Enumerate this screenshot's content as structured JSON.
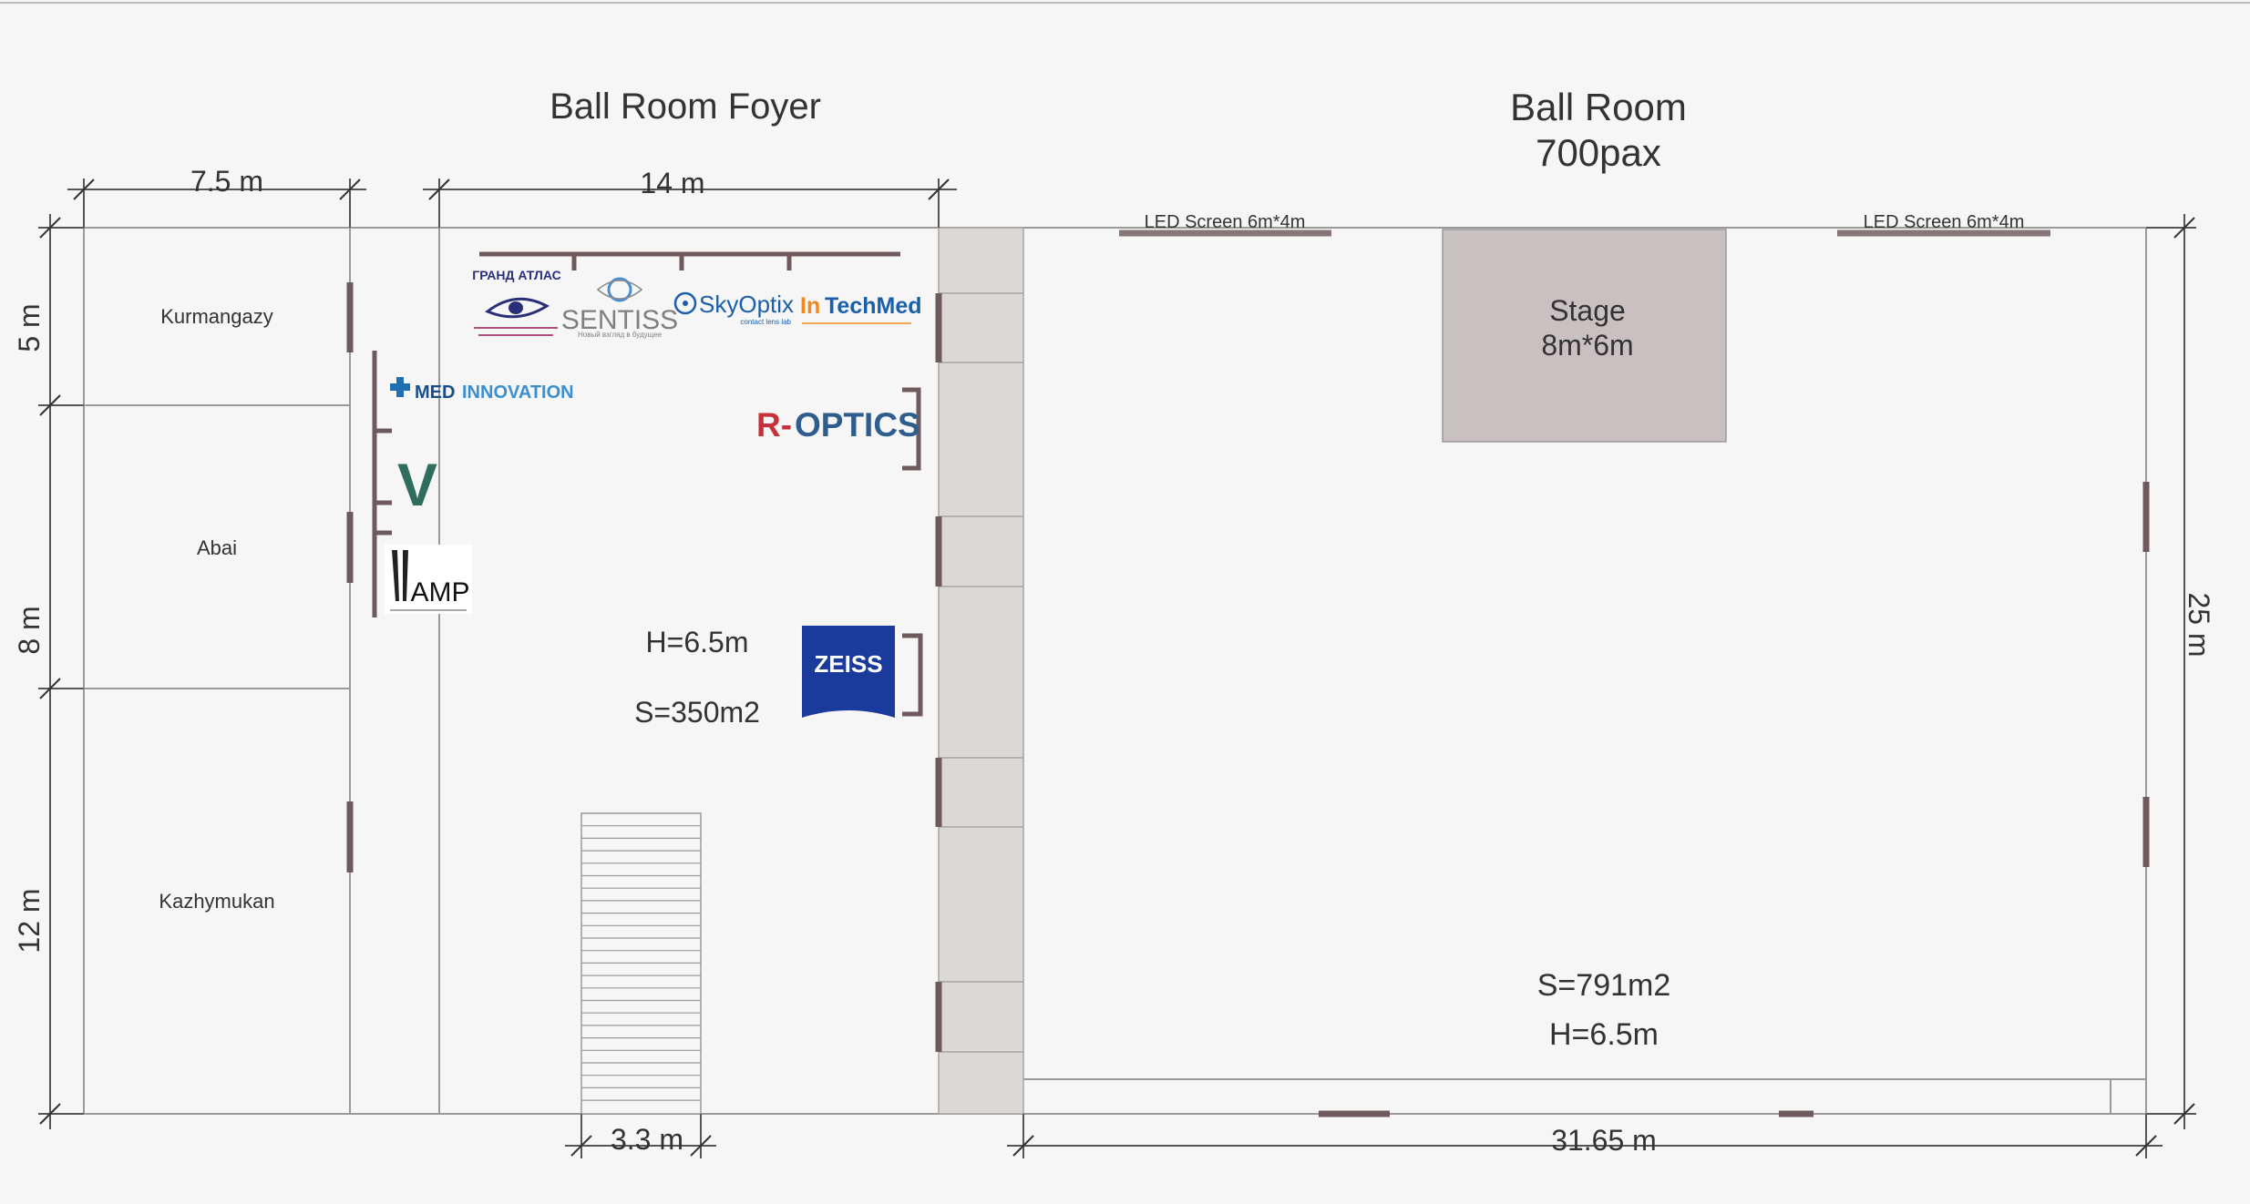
{
  "foyer": {
    "title": "Ball Room Foyer",
    "height": "H=6.5m",
    "area": "S=350m2"
  },
  "ballroom": {
    "title": "Ball Room",
    "capacity": "700pax",
    "area": "S=791m2",
    "height": "H=6.5m",
    "led_left": "LED Screen 6m*4m",
    "led_right": "LED Screen 6m*4m",
    "stage_name": "Stage",
    "stage_size": "8m*6m"
  },
  "rooms": {
    "kurmangazy": "Kurmangazy",
    "abai": "Abai",
    "kazhymukan": "Kazhymukan"
  },
  "dimensions": {
    "w_rooms": "7.5 m",
    "w_foyer": "14 m",
    "h_5": "5 m",
    "h_8": "8 m",
    "h_12": "12 m",
    "h_25": "25 m",
    "w_stairs": "3.3 m",
    "w_ballroom": "31.65 m"
  },
  "sponsors": {
    "grand_atlas": "ГРАНД АТЛАС",
    "sentiss": "SENTISS",
    "sentiss_tagline": "Новый взгляд в будущее",
    "skyoptix": "SkyOptix",
    "skyoptix_tagline": "contact lens lab",
    "intechmed_in": "In",
    "intechmed_rest": "TechMed",
    "med": "MED",
    "innovation": "INNOVATION",
    "v_logo": "V",
    "amp": "AMP",
    "roptics_r": "R-",
    "roptics_rest": "OPTICS",
    "zeiss": "ZEISS"
  },
  "colors": {
    "background": "#f6f6f6",
    "wall": "#9a9a9a",
    "door": "#6e5a5c",
    "stage_fill": "#c9c1c1",
    "corridor_fill": "#dcd8d6",
    "zeiss_blue": "#1a3a9c",
    "roptics_red": "#c8313a",
    "roptics_blue": "#2f5e8e",
    "med_blue": "#1f6fb2",
    "intechmed_orange": "#f08a1c"
  }
}
